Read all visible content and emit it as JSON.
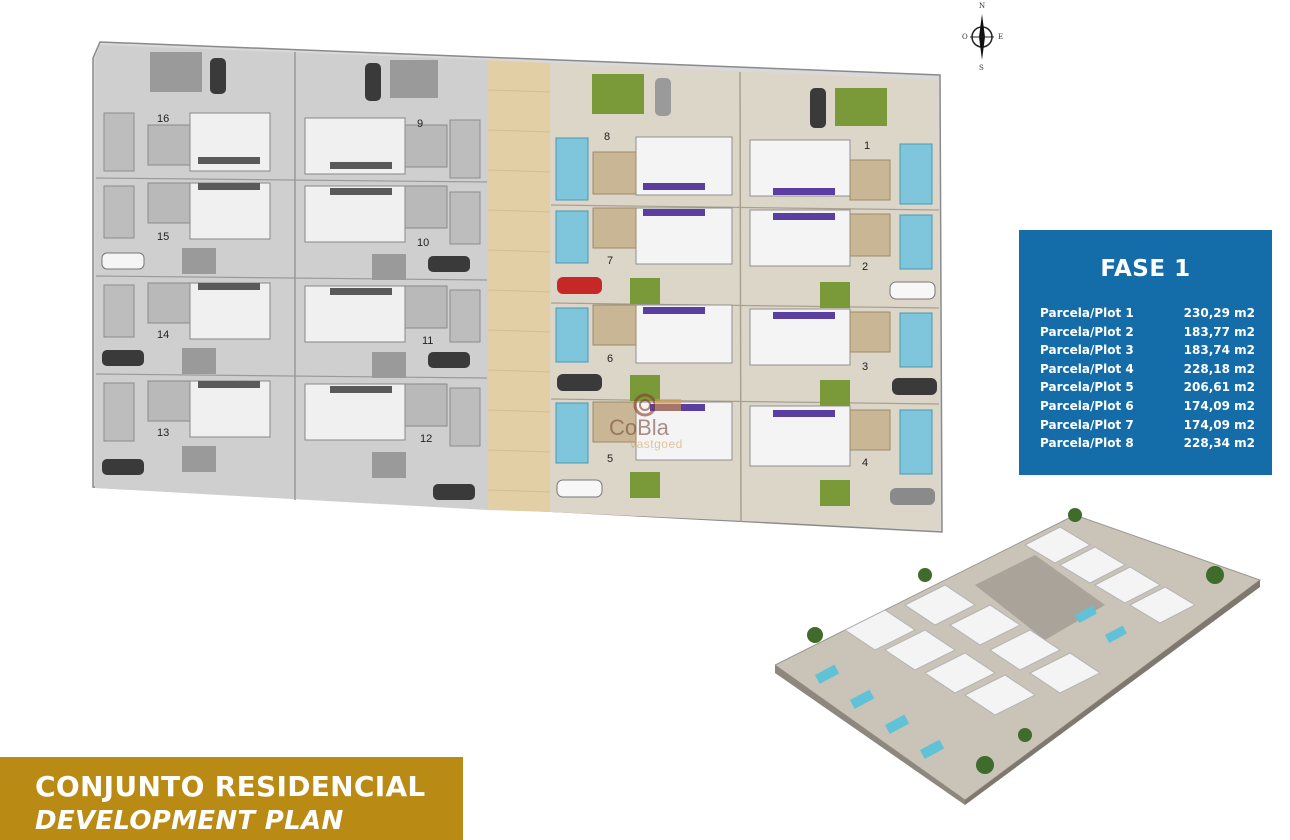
{
  "compass": {
    "n": "N",
    "s": "S",
    "e": "E",
    "w": "O"
  },
  "site_plan": {
    "plot_numbers": [
      "16",
      "9",
      "15",
      "10",
      "14",
      "11",
      "13",
      "12",
      "8",
      "1",
      "7",
      "2",
      "6",
      "3",
      "5",
      "4"
    ]
  },
  "fase": {
    "title": "FASE 1",
    "plots": [
      {
        "label": "Parcela/Plot 1",
        "area": "230,29 m2"
      },
      {
        "label": "Parcela/Plot 2",
        "area": "183,77 m2"
      },
      {
        "label": "Parcela/Plot 3",
        "area": "183,74 m2"
      },
      {
        "label": "Parcela/Plot 4",
        "area": "228,18 m2"
      },
      {
        "label": "Parcela/Plot 5",
        "area": "206,61 m2"
      },
      {
        "label": "Parcela/Plot 6",
        "area": "174,09 m2"
      },
      {
        "label": "Parcela/Plot 7",
        "area": "174,09 m2"
      },
      {
        "label": "Parcela/Plot 8",
        "area": "228,34 m2"
      }
    ]
  },
  "watermark": {
    "brand": "CoBla",
    "sub": "Vastgoed"
  },
  "banner": {
    "line1": "CONJUNTO RESIDENCIAL",
    "line2": "DEVELOPMENT PLAN"
  },
  "colors": {
    "fase_panel": "#146da8",
    "banner": "#b98a14",
    "pool": "#7fc6dc",
    "roof_panel": "#5b3fa0"
  }
}
